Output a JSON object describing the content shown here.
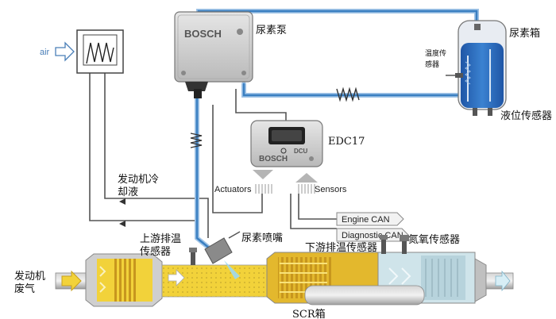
{
  "labels": {
    "air": "air",
    "bosch_pump": "BOSCH",
    "urea_pump": "尿素泵",
    "urea_tank": "尿素箱",
    "temp_sensor": "温度传感器",
    "level_sensor": "液位传感器",
    "ecu": "EDC17",
    "bosch_ecu": "BOSCH",
    "dcu": "DCU",
    "actuators": "Actuators",
    "sensors": "Sensors",
    "coolant": "发动机冷却液",
    "engine_can": "Engine CAN",
    "diag_can": "Diagnostic CAN",
    "upstream_temp": "上游排温传感器",
    "injector": "尿素喷嘴",
    "downstream_temp": "下游排温传感器",
    "nox_sensor": "氮氧传感器",
    "exhaust": "发动机废气",
    "scr": "SCR箱"
  },
  "colors": {
    "urea_line": "#3a7fc1",
    "wire": "#555555",
    "exhaust_yellow": "#f2d23a",
    "catalyst_yellow": "#e3b82d",
    "scr_light": "#cfe4ea",
    "tank_blue": "#2a67b8",
    "body_grey": "#c9c9c9"
  }
}
